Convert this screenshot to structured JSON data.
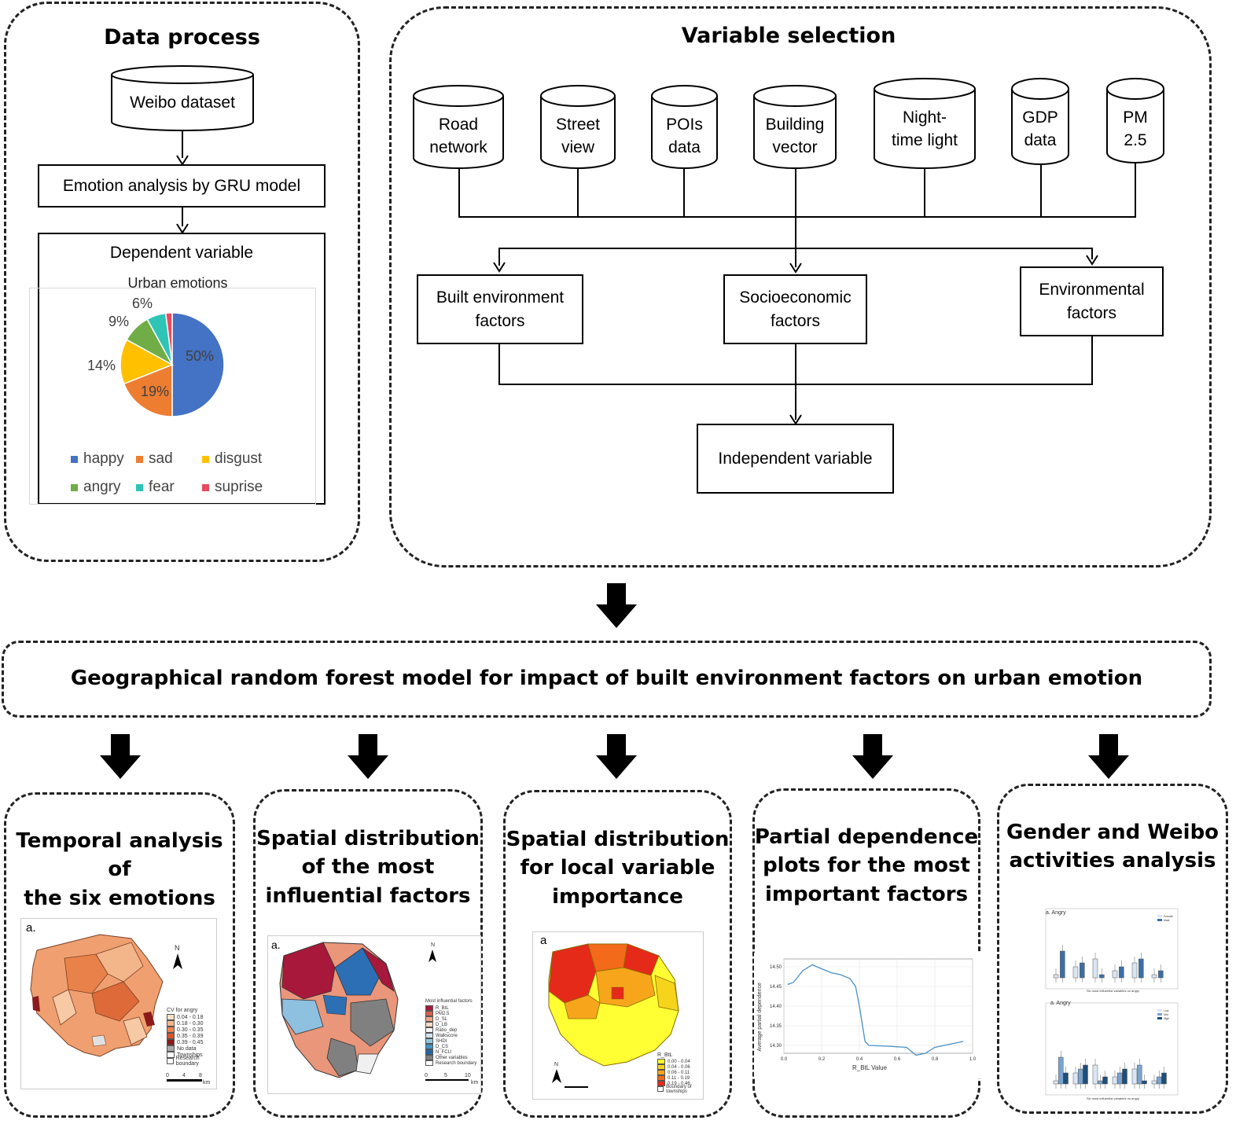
{
  "data_process": {
    "title": "Data process",
    "weibo_dataset": "Weibo dataset",
    "emotion_analysis": "Emotion analysis by GRU model",
    "dependent_variable": "Dependent variable",
    "pie": {
      "title": "Urban emotions",
      "slices": [
        {
          "name": "happy",
          "value": 50,
          "label": "50%",
          "color": "#4472C4"
        },
        {
          "name": "sad",
          "value": 19,
          "label": "19%",
          "color": "#ED7D31"
        },
        {
          "name": "disgust",
          "value": 14,
          "label": "14%",
          "color": "#FFC000"
        },
        {
          "name": "angry",
          "value": 9,
          "label": "9%",
          "color": "#70AD47"
        },
        {
          "name": "fear",
          "value": 6,
          "label": "6%",
          "color": "#2EC4B6"
        },
        {
          "name": "suprise",
          "value": 2,
          "label": "",
          "color": "#E84A5F"
        }
      ]
    }
  },
  "variable_selection": {
    "title": "Variable selection",
    "sources": [
      {
        "line1": "Road",
        "line2": "network"
      },
      {
        "line1": "Street",
        "line2": "view"
      },
      {
        "line1": "POIs",
        "line2": "data"
      },
      {
        "line1": "Building",
        "line2": "vector"
      },
      {
        "line1": "Night-",
        "line2": "time light"
      },
      {
        "line1": "GDP",
        "line2": "data"
      },
      {
        "line1": "PM",
        "line2": "2.5"
      }
    ],
    "factors": {
      "built": {
        "line1": "Built environment",
        "line2": "factors"
      },
      "socio": {
        "line1": "Socioeconomic",
        "line2": "factors"
      },
      "env": {
        "line1": "Environmental",
        "line2": "factors"
      }
    },
    "independent_variable": "Independent variable"
  },
  "model": {
    "title": "Geographical random forest model for impact of built environment factors on urban emotion"
  },
  "outputs": [
    {
      "l1": "Temporal analysis of",
      "l2": "the six emotions",
      "l3": ""
    },
    {
      "l1": "Spatial distribution",
      "l2": "of the most",
      "l3": "influential factors"
    },
    {
      "l1": "Spatial distribution",
      "l2": "for local variable",
      "l3": "importance"
    },
    {
      "l1": "Partial dependence",
      "l2": "plots for the most",
      "l3": "important factors"
    },
    {
      "l1": "Gender and Weibo",
      "l2": "activities analysis",
      "l3": ""
    }
  ],
  "thumbnails": {
    "map1": {
      "panel": "a.",
      "north": "N",
      "legend_title": "CV for angry",
      "legend": [
        "0.04 - 0.18",
        "0.18 - 0.30",
        "0.30 - 0.35",
        "0.35 - 0.39",
        "0.39 - 0.45",
        "No data",
        "Townships",
        "Research boundary"
      ],
      "scale": [
        "0",
        "4",
        "8"
      ],
      "scale_unit": "km"
    },
    "map2": {
      "panel": "a.",
      "north": "N",
      "legend_title": "Most influential factors",
      "legend": [
        "R_BtL",
        "PM2.5",
        "D_SL",
        "D_LB",
        "Ratio_dep",
        "Walkscore",
        "SHDI",
        "D_CS",
        "N_FCU",
        "Other variables",
        "Research boundary"
      ],
      "scale": [
        "0",
        "5",
        "10"
      ],
      "scale_unit": "km"
    },
    "map3": {
      "panel": "a",
      "north": "N",
      "legend_title": "R_BtL",
      "legend": [
        "0.00 - 0.04",
        "0.04 - 0.06",
        "0.06 - 0.11",
        "0.11 - 0.19",
        "0.19 - 0.46",
        "Boundary of townships"
      ]
    },
    "pdp": {
      "ylabel": "Average partial dependence",
      "xlabel": "R_BtL Value",
      "yticks": [
        "14.50",
        "14.45",
        "14.40",
        "14.35",
        "14.30"
      ],
      "xticks": [
        "0.0",
        "0.2",
        "0.4",
        "0.6",
        "0.8",
        "1.0"
      ]
    },
    "box1": {
      "title": "a. Angry",
      "xlabel": "Six most influential variables on angry",
      "legend": [
        "Female",
        "Male"
      ]
    },
    "box2": {
      "title": "a. Angry",
      "xlabel": "Six most influential variables on angry",
      "legend": [
        "Low",
        "Mid",
        "High"
      ]
    }
  },
  "chart_data": {
    "type": "pie",
    "title": "Urban emotions",
    "categories": [
      "happy",
      "sad",
      "disgust",
      "angry",
      "fear",
      "suprise"
    ],
    "values": [
      50,
      19,
      14,
      9,
      6,
      2
    ],
    "legend": "bottom"
  }
}
